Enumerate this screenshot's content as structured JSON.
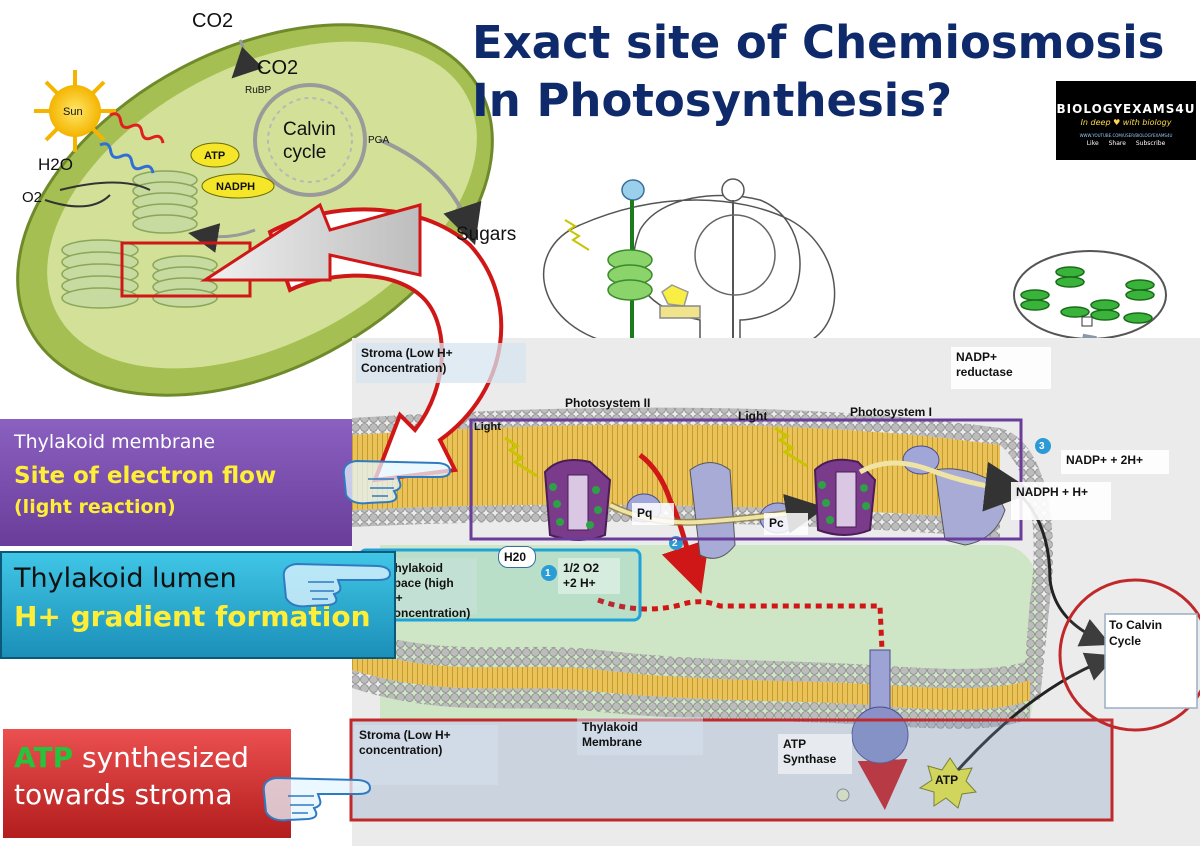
{
  "title": {
    "line1": "Exact site of Chemiosmosis",
    "line2": "In Photosynthesis?"
  },
  "logo": {
    "name": "BIOLOGYEXAMS4U",
    "tagline": "In deep ♥ with biology",
    "url": "WWW.YOUTUBE.COM/USER/BIOLOGYEXAMS4U",
    "actions": [
      "Like",
      "Share",
      "Subscribe"
    ]
  },
  "chloroplast": {
    "co2_outer": "CO2",
    "co2_inner": "CO2",
    "rubp": "RuBP",
    "pga": "PGA",
    "calvin": "Calvin cycle",
    "sun": "Sun",
    "h2o": "H2O",
    "o2": "O2",
    "atp": "ATP",
    "nadph": "NADPH",
    "sugars": "Sugars"
  },
  "diagram": {
    "stroma_top": "Stroma (Low H+ Concentration)",
    "photosystem2": "Photosystem II",
    "light1": "Light",
    "light2": "Light",
    "photosystem1": "Photosystem I",
    "nadp_reductase": "NADP+ reductase",
    "nadp_reaction": "NADP+ + 2H+",
    "nadph_product": "NADPH + H+",
    "pq": "Pq",
    "pc": "Pc",
    "h2o": "H20",
    "water_split": "1/2 O2 +2 H+",
    "lumen_label": "Thylakoid space (high H+ concentration)",
    "to_calvin": "To Calvin Cycle",
    "stroma_bottom": "Stroma (Low H+ concentration)",
    "thylakoid_membrane": "Thylakoid Membrane",
    "atp_synthase": "ATP Synthase",
    "atp": "ATP",
    "step1": "1",
    "step2": "2",
    "step3": "3"
  },
  "callouts": {
    "membrane_title": "Thylakoid membrane",
    "membrane_site": "Site of electron flow",
    "membrane_note": "(light reaction)",
    "lumen_title": "Thylakoid lumen",
    "lumen_note": "H+ gradient formation",
    "atp_word": "ATP",
    "atp_rest": " synthesized",
    "atp_line2": "towards stroma"
  },
  "colors": {
    "title": "#0f2a6b",
    "membrane_box": "#6a3d9a",
    "lumen_box": "#1b8fb8",
    "stroma_box": "#c0292b",
    "highlight": "#ffee38",
    "atp_green": "#24c43c"
  },
  "icons": [
    "sun-icon",
    "pointing-hand-icon",
    "curved-arrow-icon"
  ]
}
